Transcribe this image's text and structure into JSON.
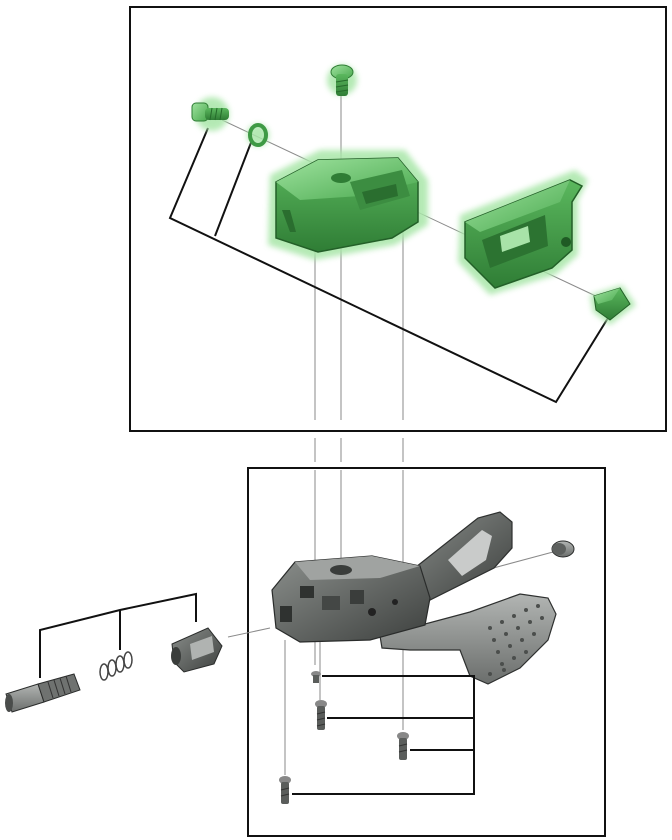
{
  "diagram": {
    "type": "exploded-parts-view",
    "colors": {
      "highlight": "#8fdc8f",
      "highlight_edge": "#b9ecb9",
      "part_fill": "#5b5f5c",
      "part_dark": "#3a3d3b",
      "part_light": "#8a8d8b",
      "frame": "#111111",
      "leader": "#222222",
      "guide": "#9a9a9a"
    },
    "groups": [
      {
        "id": "upper-housing-group",
        "highlighted": true,
        "parts": [
          "top-bolt",
          "left-bolt",
          "washer-ring",
          "main-housing-cover",
          "clamp-bracket",
          "end-nut"
        ]
      },
      {
        "id": "lever-assembly-group",
        "highlighted": false,
        "parts": [
          "lever-body",
          "end-cap",
          "small-screw-1",
          "small-screw-2",
          "small-screw-3",
          "small-screw-4"
        ]
      },
      {
        "id": "adjuster-group",
        "highlighted": false,
        "parts": [
          "barrel-adjuster",
          "spring",
          "cable-nut"
        ]
      }
    ],
    "icons": [
      "bolt-icon",
      "washer-icon",
      "housing-icon",
      "bracket-icon",
      "nut-icon",
      "lever-icon",
      "screw-icon",
      "spring-icon",
      "barrel-icon"
    ]
  }
}
